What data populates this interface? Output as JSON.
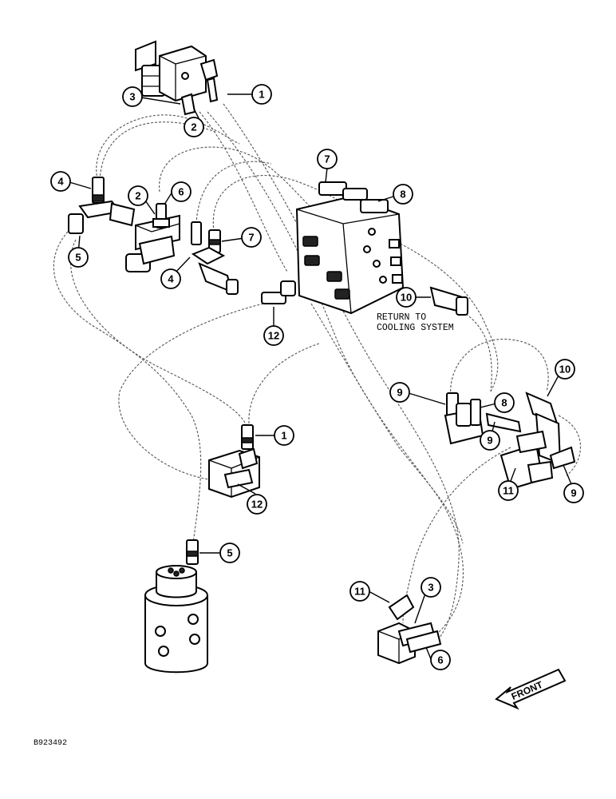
{
  "annotations": {
    "return_line1": "RETURN TO",
    "return_line2": "COOLING SYSTEM",
    "front_label": "FRONT",
    "figure_id": "B923492"
  },
  "callouts": [
    {
      "id": "c-1a",
      "label": "1"
    },
    {
      "id": "c-2a",
      "label": "2"
    },
    {
      "id": "c-3a",
      "label": "3"
    },
    {
      "id": "c-4a",
      "label": "4"
    },
    {
      "id": "c-5a",
      "label": "5"
    },
    {
      "id": "c-2b",
      "label": "2"
    },
    {
      "id": "c-6a",
      "label": "6"
    },
    {
      "id": "c-4b",
      "label": "4"
    },
    {
      "id": "c-7a",
      "label": "7"
    },
    {
      "id": "c-7b",
      "label": "7"
    },
    {
      "id": "c-8a",
      "label": "8"
    },
    {
      "id": "c-12a",
      "label": "12"
    },
    {
      "id": "c-10a",
      "label": "10"
    },
    {
      "id": "c-9a",
      "label": "9"
    },
    {
      "id": "c-8b",
      "label": "8"
    },
    {
      "id": "c-10b",
      "label": "10"
    },
    {
      "id": "c-9b",
      "label": "9"
    },
    {
      "id": "c-11a",
      "label": "11"
    },
    {
      "id": "c-9c",
      "label": "9"
    },
    {
      "id": "c-1b",
      "label": "1"
    },
    {
      "id": "c-12b",
      "label": "12"
    },
    {
      "id": "c-5b",
      "label": "5"
    },
    {
      "id": "c-11b",
      "label": "11"
    },
    {
      "id": "c-3b",
      "label": "3"
    },
    {
      "id": "c-6b",
      "label": "6"
    }
  ]
}
